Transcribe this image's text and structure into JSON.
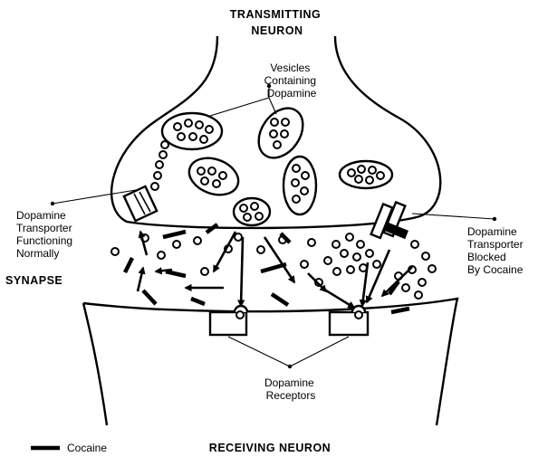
{
  "neurons": {
    "transmitting": [
      "TRANSMITTING",
      "NEURON"
    ],
    "receiving": "RECEIVING NEURON"
  },
  "labels": {
    "vesicles": [
      "Vesicles",
      "Containing",
      "Dopamine"
    ],
    "transporter_normal": [
      "Dopamine",
      "Transporter",
      "Functioning",
      "Normally"
    ],
    "synapse": "SYNAPSE",
    "transporter_blocked": [
      "Dopamine",
      "Transporter",
      "Blocked",
      "By Cocaine"
    ],
    "receptors": [
      "Dopamine",
      "Receptors"
    ]
  },
  "legend": {
    "cocaine": "Cocaine"
  }
}
